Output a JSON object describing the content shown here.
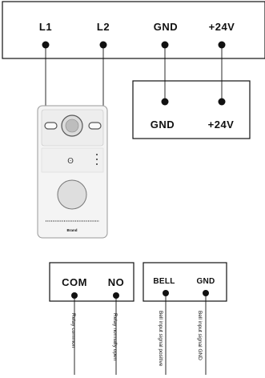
{
  "top_terminal_block": {
    "labels": [
      "L1",
      "L2",
      "GND",
      "+24V"
    ]
  },
  "power_block": {
    "labels": [
      "GND",
      "+24V"
    ]
  },
  "device": {
    "brand_text": "Brand"
  },
  "relay_block": {
    "labels": [
      "COM",
      "NO"
    ],
    "wire_notes": [
      "Relay common",
      "Relay normally open"
    ]
  },
  "bell_block": {
    "labels": [
      "BELL",
      "GND"
    ],
    "wire_notes": [
      "Bell input signal positive",
      "Bell input signal GND"
    ]
  }
}
